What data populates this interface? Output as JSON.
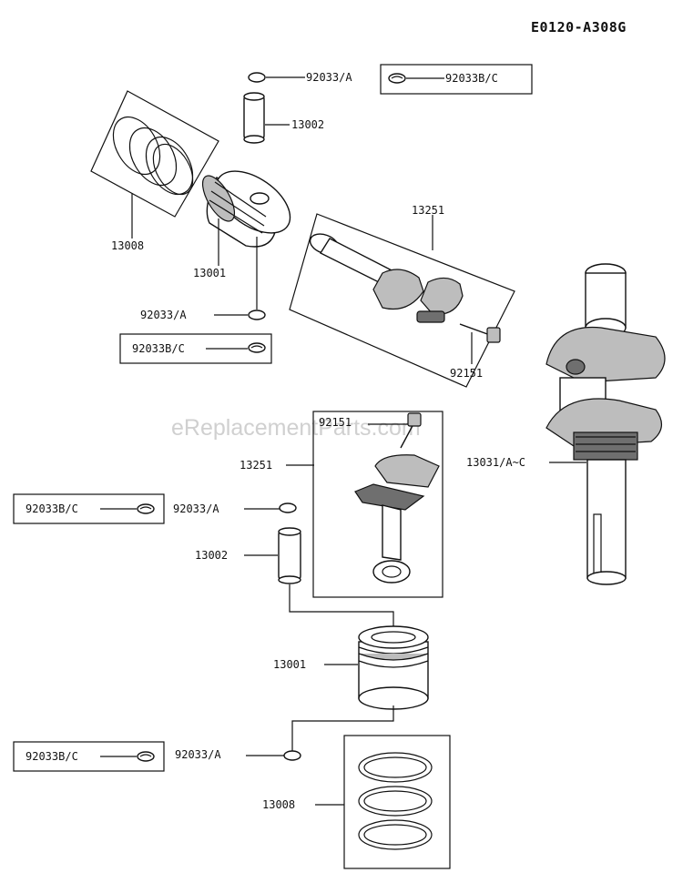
{
  "diagram": {
    "reference_code": "E0120-A308G",
    "watermark": "eReplacementParts.com",
    "labels": {
      "ring_top_a": "92033/A",
      "ring_top_bc": "92033B/C",
      "pin_top": "13002",
      "ringset_top": "13008",
      "piston_top": "13001",
      "rod_top": "13251",
      "ring_mid_a": "92033/A",
      "ring_mid_bc": "92033B/C",
      "bolt_top": "92151",
      "bolt_box": "92151",
      "rod_box": "13251",
      "crankshaft": "13031/A~C",
      "ring_low_bc": "92033B/C",
      "ring_low_a": "92033/A",
      "pin_low": "13002",
      "piston_low": "13001",
      "ring_bottom_bc": "92033B/C",
      "ring_bottom_a": "92033/A",
      "ringset_bottom": "13008"
    }
  }
}
